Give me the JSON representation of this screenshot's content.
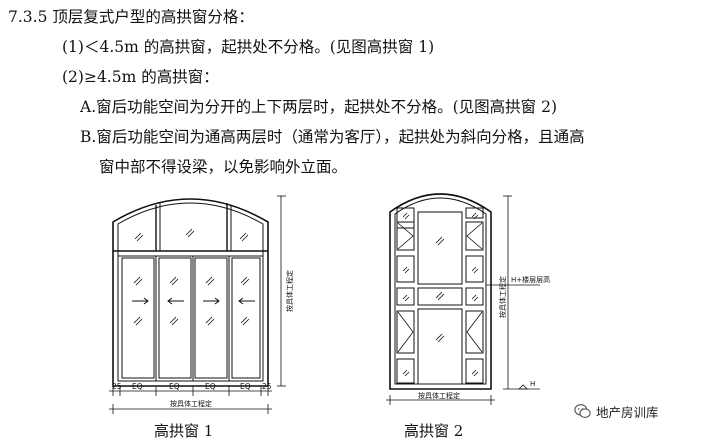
{
  "section": {
    "heading": "7.3.5 顶层复式户型的高拱窗分格：",
    "item1": "(1)＜4.5m 的高拱窗，起拱处不分格。(见图高拱窗 1)",
    "item2": "(2)≥4.5m 的高拱窗：",
    "itemA": "A.窗后功能空间为分开的上下两层时，起拱处不分格。(见图高拱窗 2)",
    "itemB_line1": "B.窗后功能空间为通高两层时（通常为客厅），起拱处为斜向分格，且通高",
    "itemB_line2": "窗中部不得设梁，以免影响外立面。"
  },
  "figure1": {
    "caption": "高拱窗 1",
    "dims": [
      "EQ",
      "EQ",
      "EQ",
      "EQ"
    ],
    "edge_dim_left": "25",
    "edge_dim_right": "25",
    "bottom_label": "按具体工程定",
    "side_label": "按具体工程定"
  },
  "figure2": {
    "caption": "高拱窗 2",
    "bottom_label": "按具体工程定",
    "side_label": "按具体工程定",
    "floor_label": "H+楼层层高",
    "level_label": "H"
  },
  "watermark": {
    "text": "地产房训库"
  }
}
